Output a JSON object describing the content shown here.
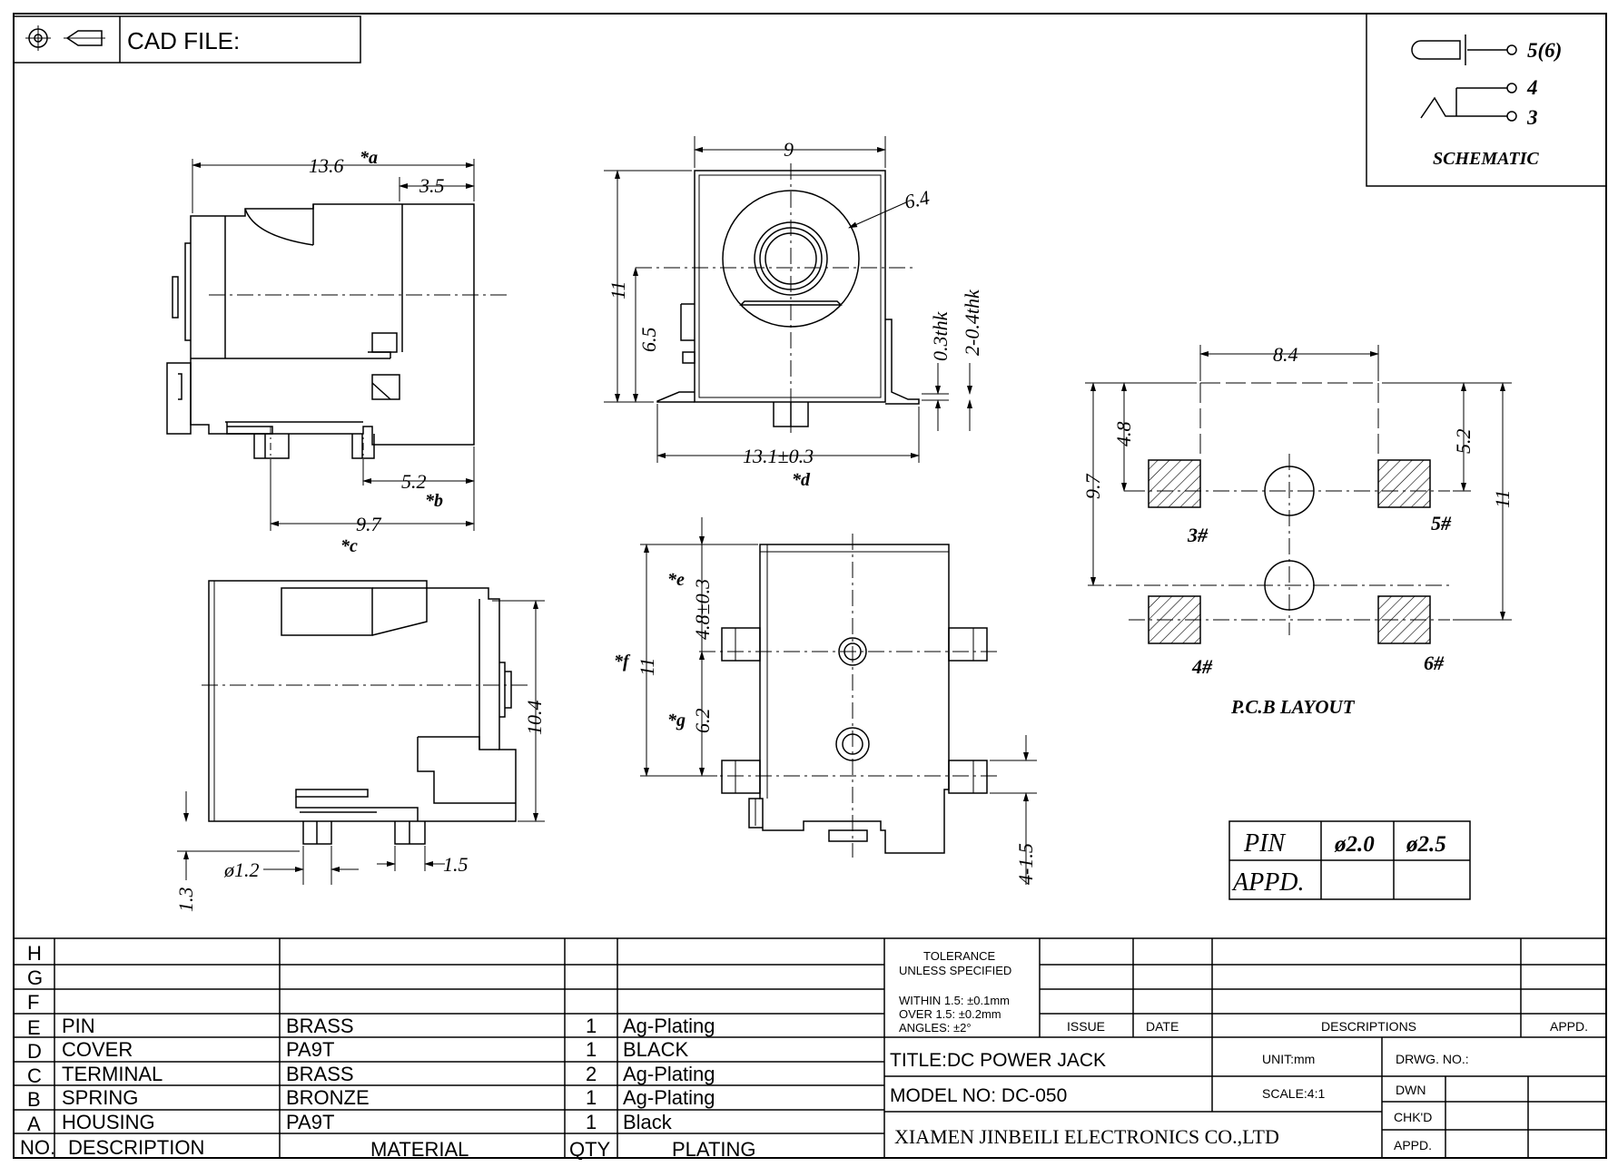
{
  "header": {
    "cad_label": "CAD FILE:",
    "cad_value": ""
  },
  "schematic": {
    "pin_5_6": "5(6)",
    "pin_4": "4",
    "pin_3": "3",
    "title": "SCHEMATIC"
  },
  "side_view": {
    "dim_a": "13.6",
    "note_a": "*a",
    "dim_35": "3.5",
    "dim_b": "5.2",
    "note_b": "*b",
    "dim_c": "9.7",
    "note_c": "*c"
  },
  "front_view": {
    "dim_9": "9",
    "dim_64": "6.4",
    "dim_11": "11",
    "dim_65": "6.5",
    "dim_03thk": "0.3thk",
    "dim_204thk": "2-0.4thk",
    "dim_d": "13.1±0.3",
    "note_d": "*d"
  },
  "bottom_left_view": {
    "dim_104": "10.4",
    "dim_phi12": "ø1.2",
    "dim_15": "1.5",
    "dim_13": "1.3"
  },
  "bottom_mid_view": {
    "note_e": "*e",
    "dim_e": "4.8±0.3",
    "note_f": "*f",
    "dim_f": "11",
    "note_g": "*g",
    "dim_g": "6.2",
    "dim_415": "4-1.5"
  },
  "pcb_layout": {
    "dim_84": "8.4",
    "dim_48": "4.8",
    "dim_97": "9.7",
    "dim_52": "5.2",
    "dim_11": "11",
    "pad_3": "3#",
    "pad_5": "5#",
    "pad_4": "4#",
    "pad_6": "6#",
    "title": "P.C.B  LAYOUT"
  },
  "pin_table": {
    "row1_label": "PIN",
    "col1": "ø2.0",
    "col2": "ø2.5",
    "row2_label": "APPD."
  },
  "bom": {
    "rows": [
      {
        "letter": "H",
        "description": "",
        "material": "",
        "qty": "",
        "plating": ""
      },
      {
        "letter": "G",
        "description": "",
        "material": "",
        "qty": "",
        "plating": ""
      },
      {
        "letter": "F",
        "description": "",
        "material": "",
        "qty": "",
        "plating": ""
      },
      {
        "letter": "E",
        "description": "PIN",
        "material": "BRASS",
        "qty": "1",
        "plating": "Ag-Plating"
      },
      {
        "letter": "D",
        "description": "COVER",
        "material": "PA9T",
        "qty": "1",
        "plating": "BLACK"
      },
      {
        "letter": "C",
        "description": "TERMINAL",
        "material": "BRASS",
        "qty": "2",
        "plating": "Ag-Plating"
      },
      {
        "letter": "B",
        "description": "SPRING",
        "material": "BRONZE",
        "qty": "1",
        "plating": "Ag-Plating"
      },
      {
        "letter": "A",
        "description": "HOUSING",
        "material": "PA9T",
        "qty": "1",
        "plating": "Black"
      }
    ],
    "footer": {
      "no": "NO.",
      "description": "DESCRIPTION",
      "material": "MATERIAL",
      "qty": "QTY",
      "plating": "PLATING"
    }
  },
  "title_block": {
    "tolerance_1": "TOLERANCE",
    "tolerance_2": "UNLESS SPECIFIED",
    "within": "WITHIN 1.5: ±0.1mm",
    "over": "OVER 1.5:  ±0.2mm",
    "angles": "ANGLES: ±2°",
    "issue": "ISSUE",
    "date": "DATE",
    "descriptions": "DESCRIPTIONS",
    "appd": "APPD.",
    "title": "TITLE:DC POWER JACK",
    "unit": "UNIT:mm",
    "drwg_no": "DRWG. NO.:",
    "model": "MODEL NO: DC-050",
    "scale": "SCALE:4:1",
    "dwn": "DWN",
    "chkd": "CHK'D",
    "appd2": "APPD.",
    "company": "XIAMEN JINBEILI ELECTRONICS CO.,LTD"
  }
}
